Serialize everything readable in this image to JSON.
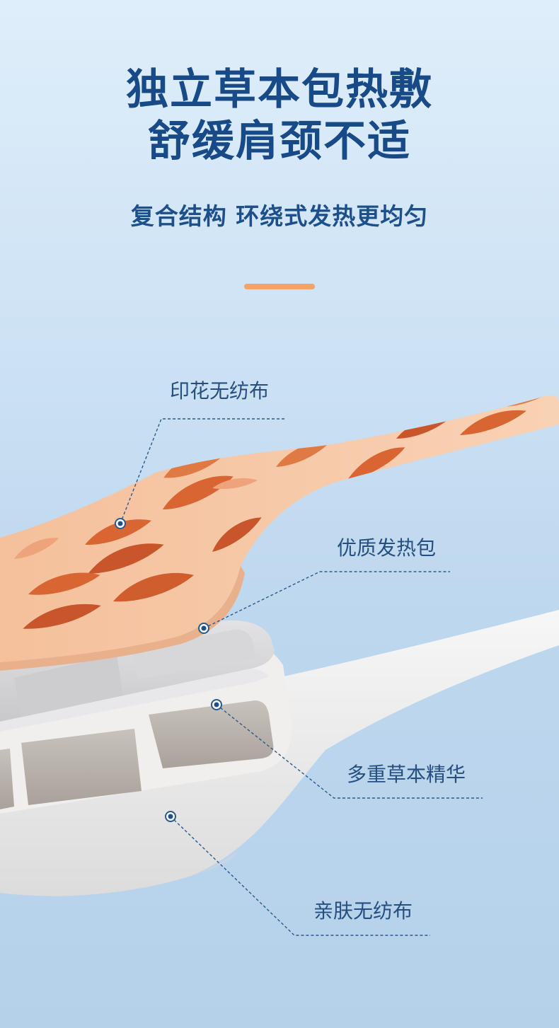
{
  "headline": {
    "line1": "独立草本包热敷",
    "line2": "舒缓肩颈不适"
  },
  "subheading": "复合结构 环绕式发热更均匀",
  "layers": [
    {
      "label": "印花无纺布"
    },
    {
      "label": "优质发热包"
    },
    {
      "label": "多重草本精华"
    },
    {
      "label": "亲肤无纺布"
    }
  ],
  "colors": {
    "headline": "#174a86",
    "accent_bar": "#f2a26b",
    "leader_line": "#2a5a8c",
    "printed_fabric": "#f6c8a6",
    "leaf": "#d96532"
  }
}
